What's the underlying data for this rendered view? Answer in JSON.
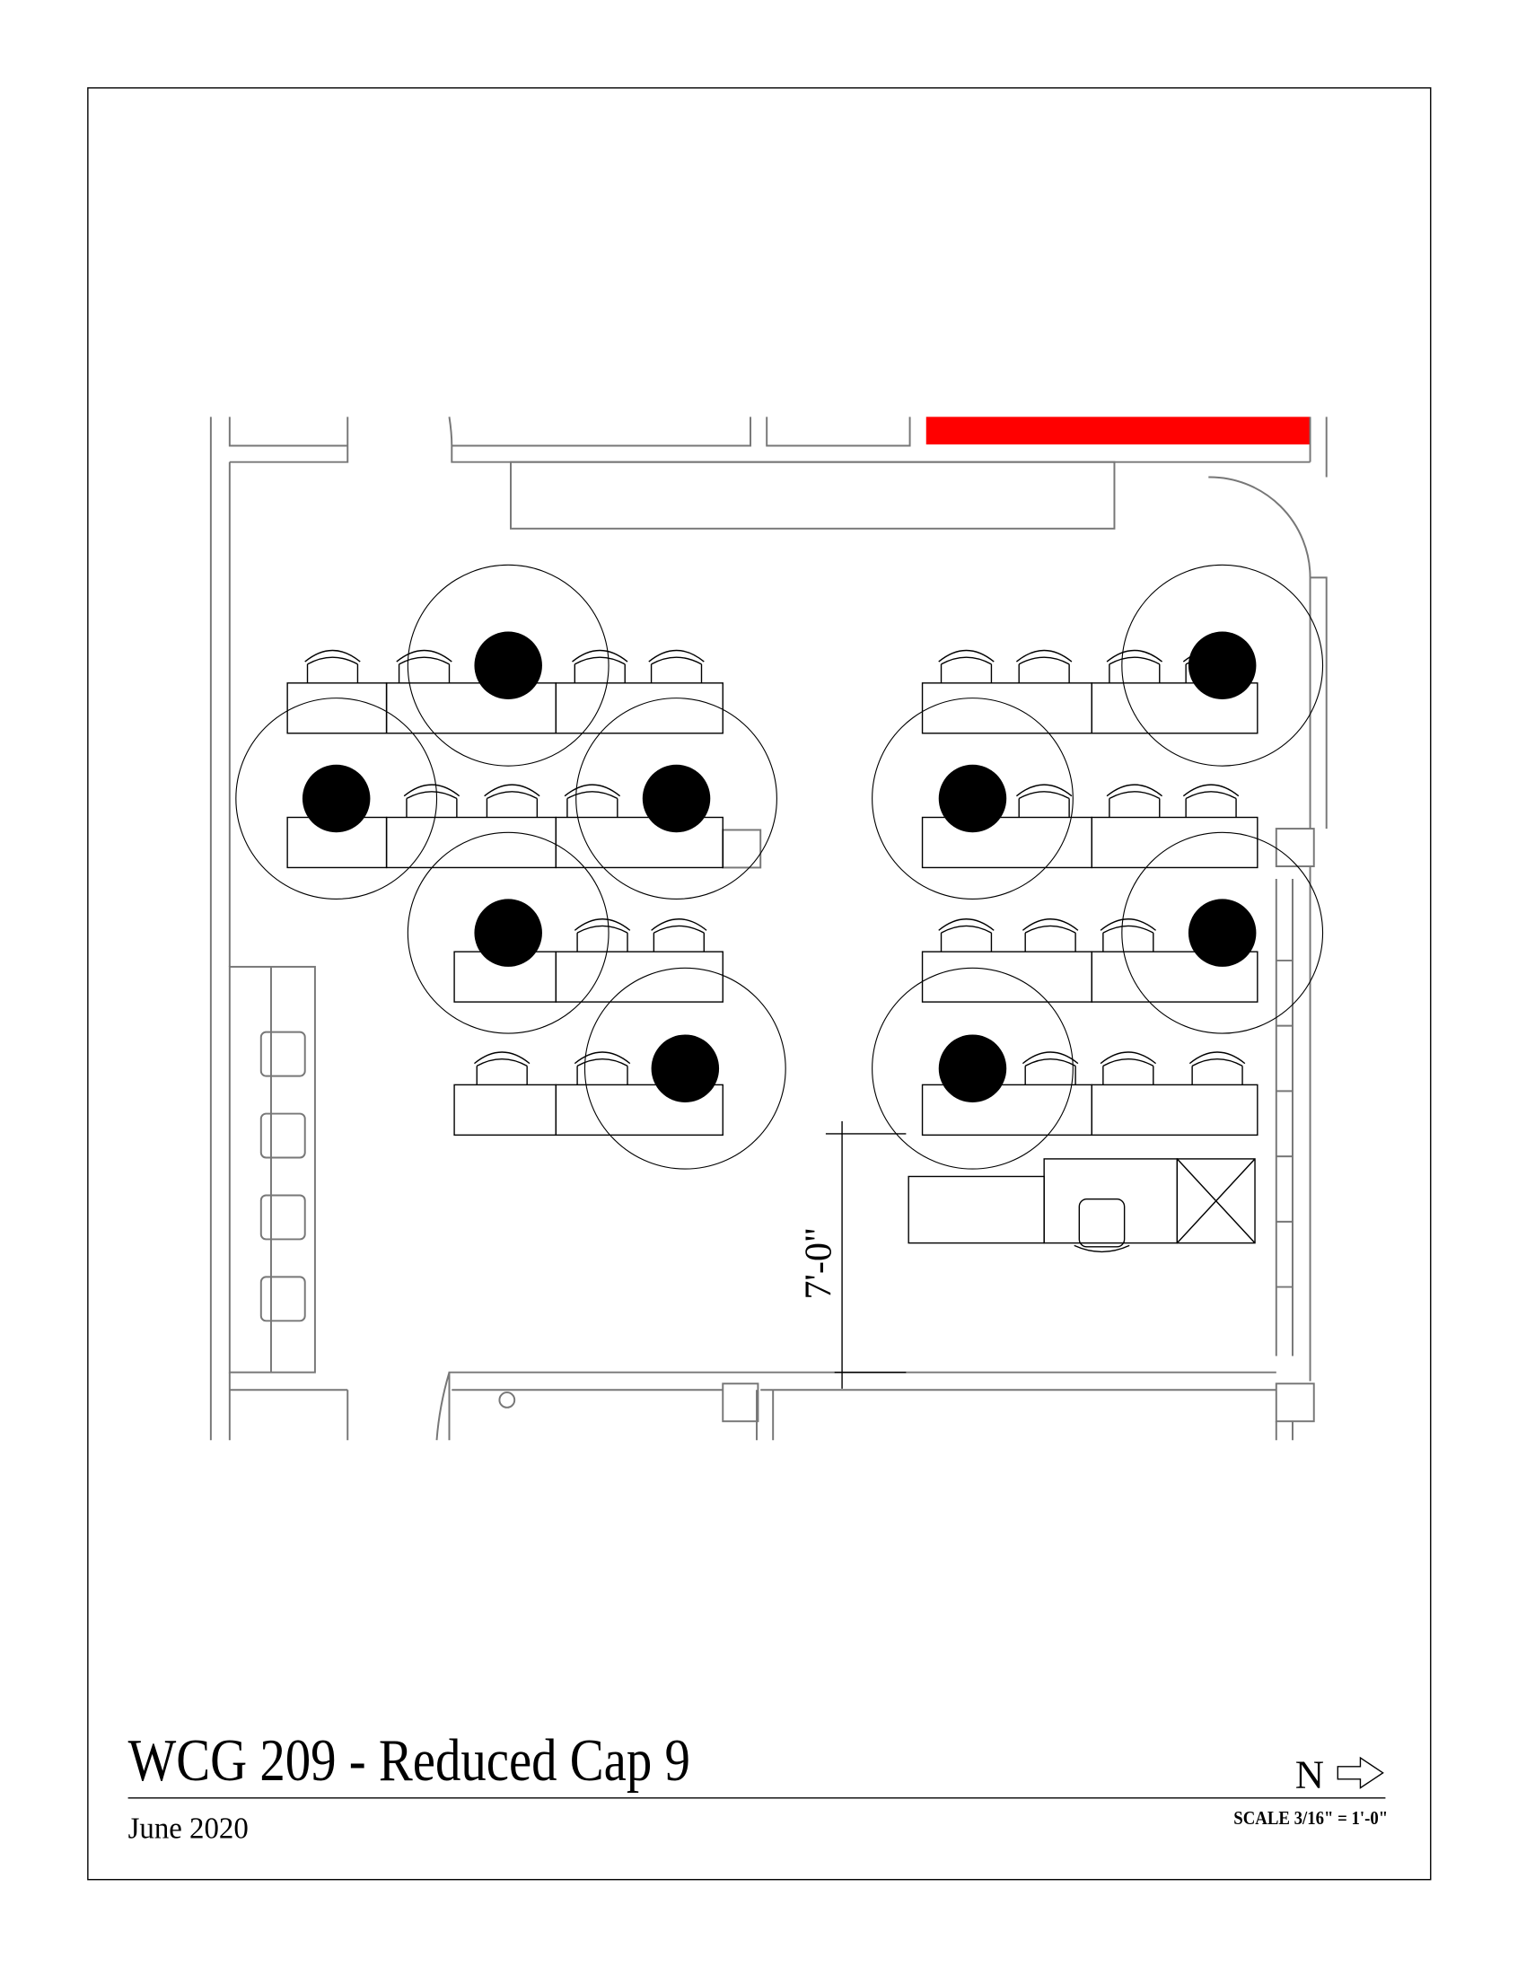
{
  "title": "WCG 209 - Reduced Cap 9",
  "date": "June 2020",
  "north_label": "N",
  "scale": "SCALE 3/16\" = 1'-0\"",
  "dimension": "7'-0\"",
  "colors": {
    "highlight": "#ff0000",
    "wall": "#777777",
    "ink": "#000000"
  },
  "occupied_seats": 9
}
